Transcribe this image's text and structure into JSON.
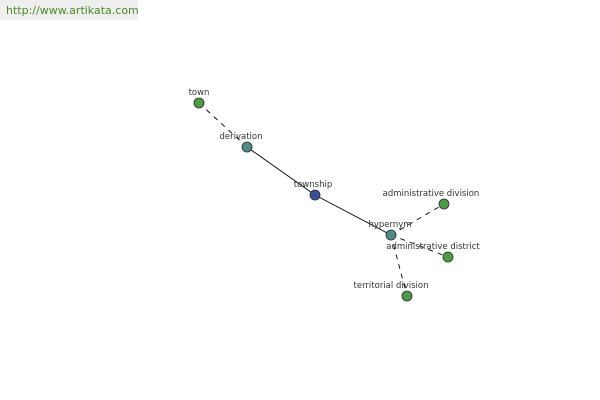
{
  "header": {
    "url": "http://www.artikata.com"
  },
  "graph": {
    "nodes": [
      {
        "id": "town",
        "label": "town",
        "role": "leaf"
      },
      {
        "id": "derivation",
        "label": "derivation",
        "role": "relation"
      },
      {
        "id": "township",
        "label": "township",
        "role": "center"
      },
      {
        "id": "hypernym",
        "label": "hypernym",
        "role": "relation"
      },
      {
        "id": "administrative-division",
        "label": "administrative division",
        "role": "leaf"
      },
      {
        "id": "administrative-district",
        "label": "administrative district",
        "role": "leaf"
      },
      {
        "id": "territorial-division",
        "label": "territorial division",
        "role": "leaf"
      }
    ],
    "edges": [
      {
        "from": "town",
        "to": "derivation",
        "style": "dashed"
      },
      {
        "from": "derivation",
        "to": "township",
        "style": "solid"
      },
      {
        "from": "township",
        "to": "hypernym",
        "style": "solid"
      },
      {
        "from": "hypernym",
        "to": "administrative-division",
        "style": "dashed"
      },
      {
        "from": "hypernym",
        "to": "administrative-district",
        "style": "dashed"
      },
      {
        "from": "hypernym",
        "to": "territorial-division",
        "style": "dashed"
      }
    ],
    "colors": {
      "center": "#3a4f9a",
      "relation": "#4f8a84",
      "leaf": "#4f9a46",
      "outline": "#2b2b2b",
      "edge": "#000000"
    }
  }
}
